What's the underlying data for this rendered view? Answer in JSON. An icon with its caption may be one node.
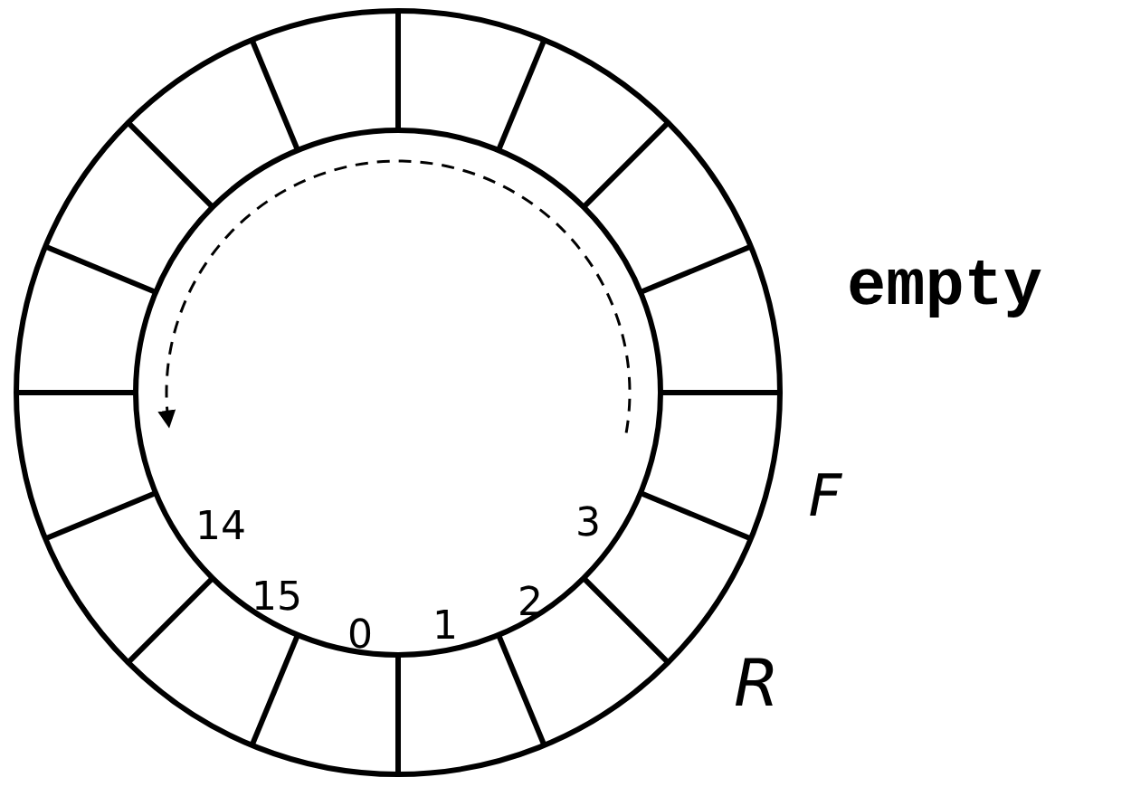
{
  "diagram": {
    "labels": [
      "empty",
      "14",
      "15",
      "0",
      "1",
      "2",
      "3",
      "F",
      "R"
    ]
  }
}
